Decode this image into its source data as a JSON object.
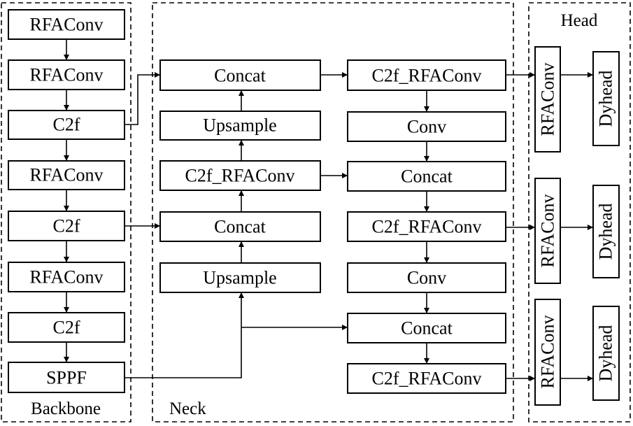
{
  "groups": {
    "backbone": "Backbone",
    "neck": "Neck",
    "head": "Head"
  },
  "backbone": {
    "b1": "RFAConv",
    "b2": "RFAConv",
    "b3": "C2f",
    "b4": "RFAConv",
    "b5": "C2f",
    "b6": "RFAConv",
    "b7": "C2f",
    "b8": "SPPF"
  },
  "neck": {
    "n1": "Concat",
    "n2": "Upsample",
    "n3": "C2f_RFAConv",
    "n4": "Concat",
    "n5": "Upsample",
    "m1": "C2f_RFAConv",
    "m2": "Conv",
    "m3": "Concat",
    "m4": "C2f_RFAConv",
    "m5": "Conv",
    "m6": "Concat",
    "m7": "C2f_RFAConv"
  },
  "head": {
    "r1": "RFAConv",
    "d1": "Dyhead",
    "r2": "RFAConv",
    "d2": "Dyhead",
    "r3": "RFAConv",
    "d3": "Dyhead"
  }
}
